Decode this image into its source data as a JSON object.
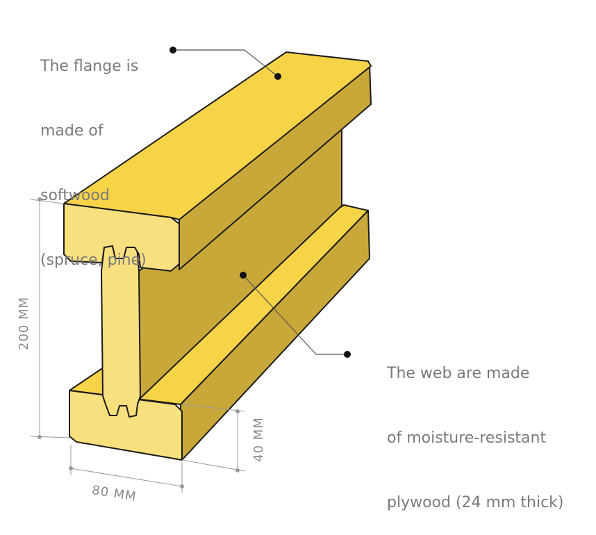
{
  "annotations": {
    "flange": [
      "The flange is",
      "made of",
      "softwood",
      "(spruce, pine)"
    ],
    "web": [
      "The web are made",
      "of moisture-resistant",
      "plywood (24 mm thick)"
    ]
  },
  "dimensions": {
    "height": "200 MM",
    "flange_height": "40 MM",
    "width": "80 MM"
  },
  "colors": {
    "top_face": "#f6d347",
    "end_face": "#f9e07e",
    "side_face": "#c9a83a",
    "outline": "#1a1a1a",
    "text": "#7a7a7a"
  }
}
